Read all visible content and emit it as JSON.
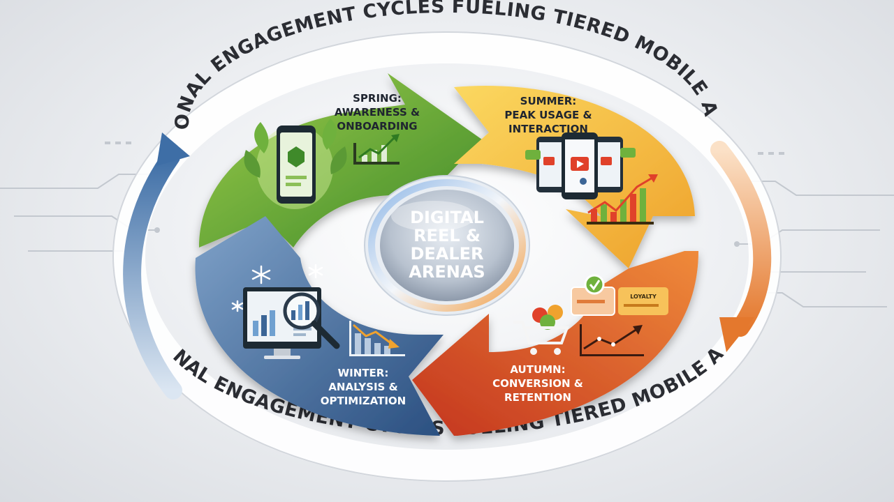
{
  "ring_caption_top": "SEASONAL ENGAGEMENT CYCLES FUELING TIERED MOBILE ACCESS",
  "ring_caption_bottom": "SEASONAL ENGAGEMENT CYCLES FUELING TIERED MOBILE ACCESS",
  "center": {
    "lines": [
      "DIGITAL",
      "REEL &",
      "DEALER",
      "ARENAS"
    ]
  },
  "segments": {
    "spring": {
      "title": [
        "SPRING:",
        "AWARENESS &",
        "ONBOARDING"
      ],
      "color": "#5b9a35"
    },
    "summer": {
      "title": [
        "SUMMER:",
        "PEAK USAGE &",
        "INTERACTION"
      ],
      "color": "#f0b532"
    },
    "autumn": {
      "title": [
        "AUTUMN:",
        "CONVERSION &",
        "RETENTION"
      ],
      "color": "#d9542a"
    },
    "winter": {
      "title": [
        "WINTER:",
        "ANALYSIS &",
        "OPTIMIZATION"
      ],
      "color": "#3b6596"
    }
  },
  "autumn_card_label": "LOYALTY"
}
